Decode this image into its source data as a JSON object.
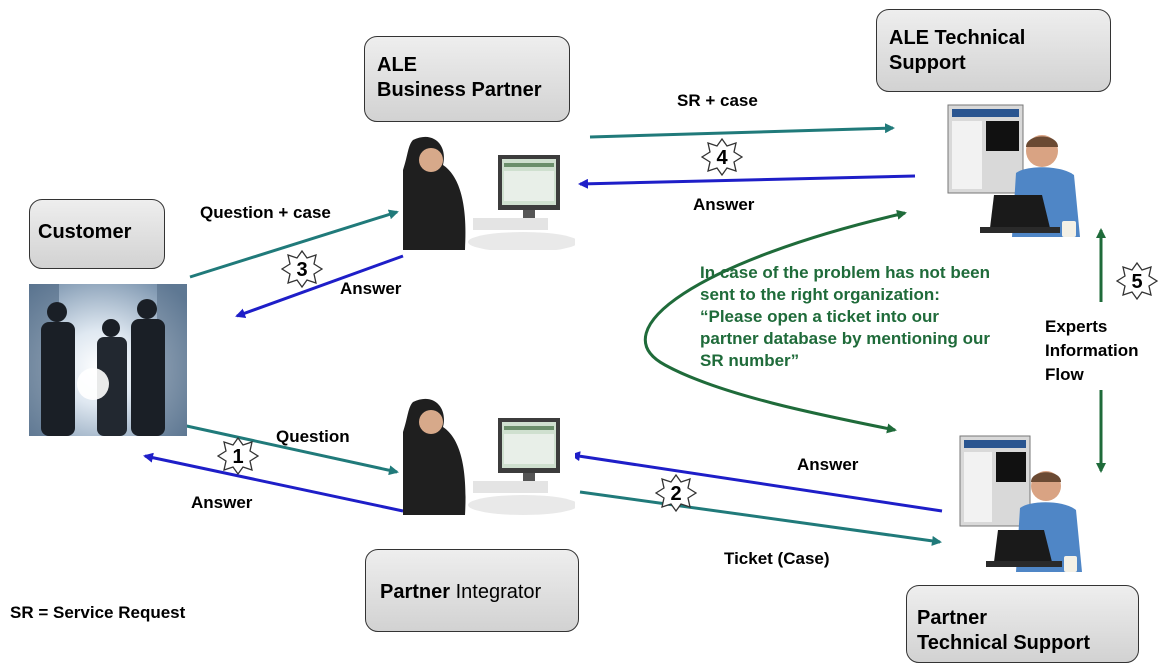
{
  "boxes": {
    "customer": "Customer",
    "ale_bp_line1": "ALE",
    "ale_bp_line2": "Business Partner",
    "ale_ts_line1": "ALE Technical",
    "ale_ts_line2": "Support",
    "partner_integrator_bold": "Partner",
    "partner_integrator_plain": "Integrator",
    "partner_ts_line1": "Partner",
    "partner_ts_line2": "Technical Support"
  },
  "labels": {
    "question_case": "Question + case",
    "answer_3": "Answer",
    "sr_case": "SR + case",
    "answer_4": "Answer",
    "question": "Question",
    "answer_1": "Answer",
    "answer_2": "Answer",
    "ticket_case": "Ticket (Case)",
    "experts_1": "Experts",
    "experts_2": "Information",
    "experts_3": "Flow"
  },
  "steps": {
    "s1": "1",
    "s2": "2",
    "s3": "3",
    "s4": "4",
    "s5": "5"
  },
  "note": {
    "line1": "In case of the problem has not been",
    "line2": "sent to the right organization:",
    "line3": "“Please open a ticket into our",
    "line4": "partner database by mentioning our",
    "line5": "SR number”"
  },
  "footnote": "SR = Service Request",
  "colors": {
    "teal_arrow": "#207a7a",
    "blue_arrow": "#1e1ec8",
    "green_arrow": "#1f6b3a",
    "box_fill": "#dedede"
  },
  "icons": {
    "customer_photo": "business-people-photo",
    "agent_photo": "call-center-agent-photo",
    "engineer_photo": "support-engineer-photo",
    "step_marker": "star-burst-icon"
  }
}
